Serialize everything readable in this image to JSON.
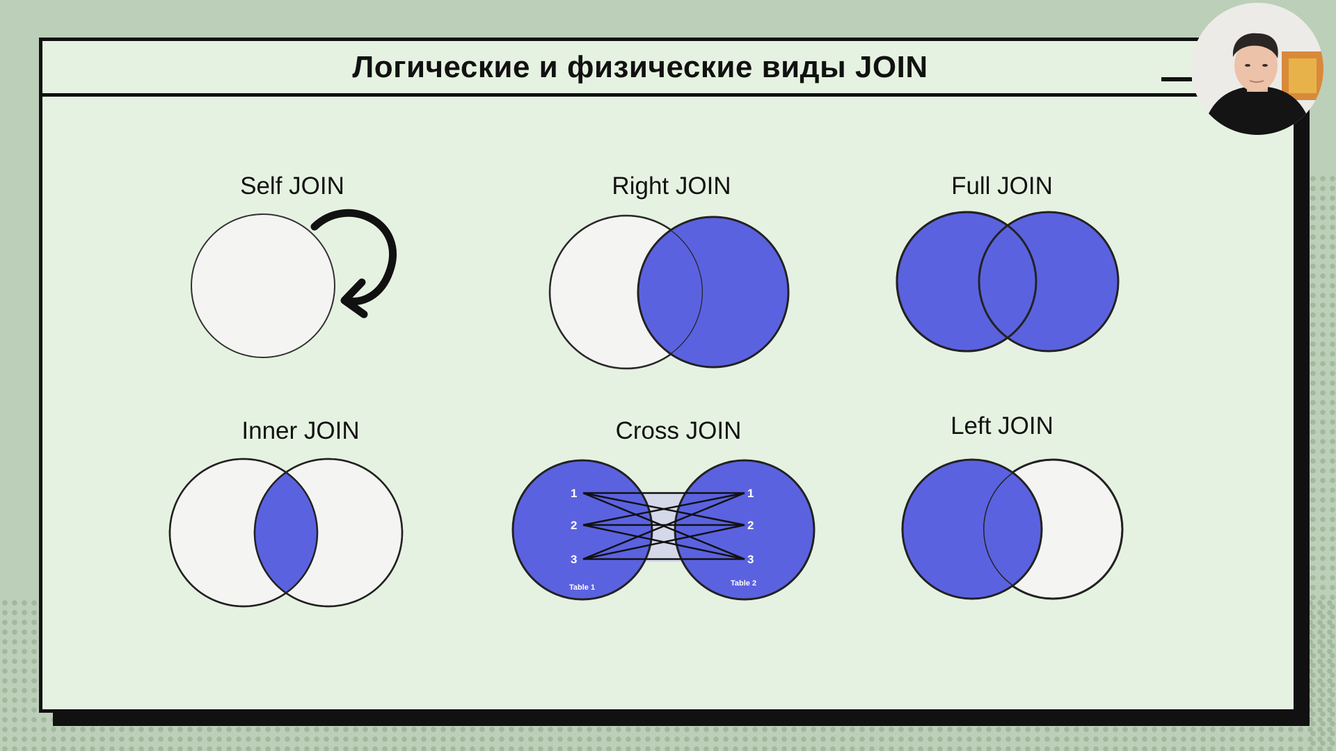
{
  "slide": {
    "title": "Логические и физические виды JOIN"
  },
  "diagrams": {
    "self": {
      "label": "Self JOIN"
    },
    "right": {
      "label": "Right JOIN"
    },
    "full": {
      "label": "Full JOIN"
    },
    "inner": {
      "label": "Inner JOIN"
    },
    "cross": {
      "label": "Cross JOIN",
      "left_numbers": [
        "1",
        "2",
        "3"
      ],
      "right_numbers": [
        "1",
        "2",
        "3"
      ],
      "left_table": "Table 1",
      "right_table": "Table 2"
    },
    "left": {
      "label": "Left JOIN"
    }
  },
  "colors": {
    "fill": "#5b62e0",
    "empty": "#f4f4f2",
    "stroke": "#222222"
  }
}
